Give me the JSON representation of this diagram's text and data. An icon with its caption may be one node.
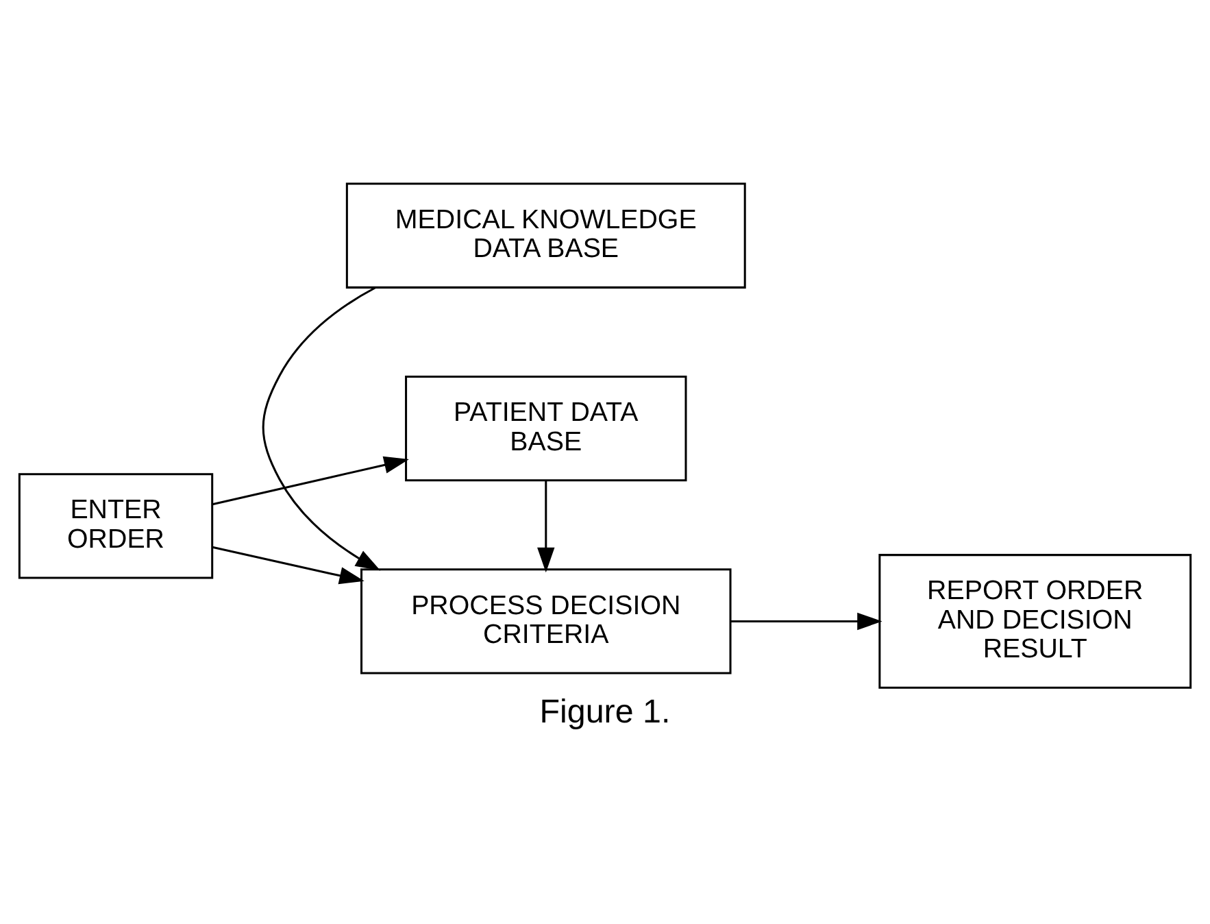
{
  "diagram": {
    "caption": "Figure 1.",
    "nodes": [
      {
        "text": [
          "MEDICAL KNOWLEDGE DATA BASE"
        ]
      },
      {
        "text": [
          "PROCESS DECISION CRITERIA"
        ]
      },
      {
        "text": [
          "REPORT ORDER AND DECISION RESULT"
        ]
      },
      {
        "text": [
          "ENTER ORDER"
        ]
      },
      {
        "text": [
          "PATIENT DATA BASE"
        ]
      }
    ],
    "edges": [
      {
        "from": 0,
        "to": 1,
        "arrow": "to"
      },
      {
        "from": 3,
        "to": 1,
        "arrow": "to"
      },
      {
        "from": 3,
        "to": 4,
        "arrow": "to"
      },
      {
        "from": 4,
        "to": 1,
        "arrow": "to"
      },
      {
        "from": 1,
        "to": 2,
        "arrow": "to"
      }
    ]
  }
}
